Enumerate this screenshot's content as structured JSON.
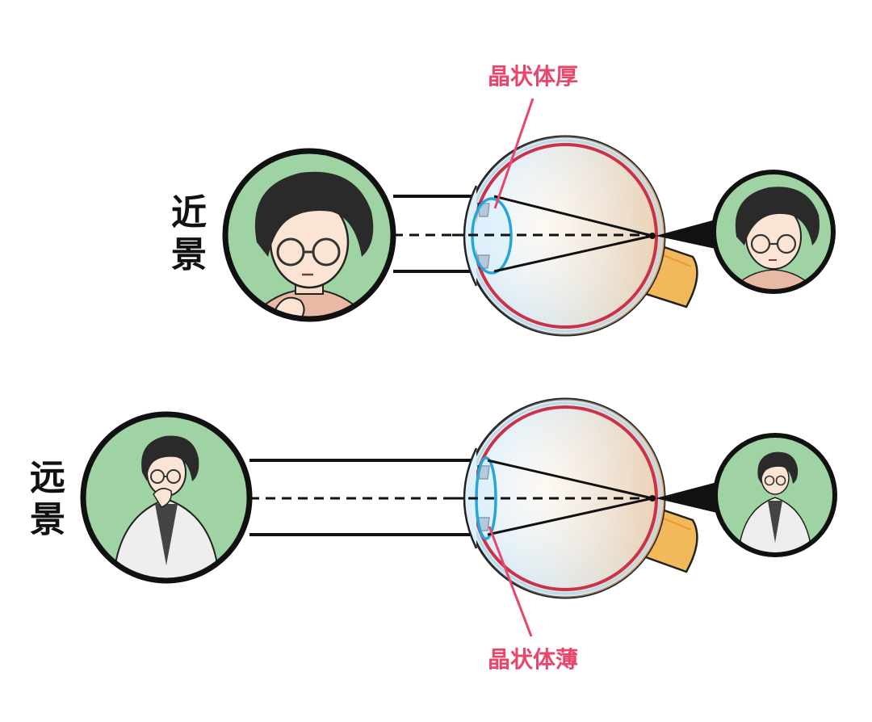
{
  "rows": [
    {
      "label_chars": [
        "近",
        "景"
      ],
      "lens_annotation": "晶状体厚"
    },
    {
      "label_chars": [
        "远",
        "景"
      ],
      "lens_annotation": "晶状体薄"
    }
  ],
  "colors": {
    "annotation": "#e8466b",
    "circle_bg": "#9fd3a4",
    "lens": "#25a6d9",
    "retina": "#c8334a",
    "nerve": "#f2b95a"
  },
  "icons": {
    "portrait": "person-icon",
    "eye": "eyeball-icon"
  }
}
